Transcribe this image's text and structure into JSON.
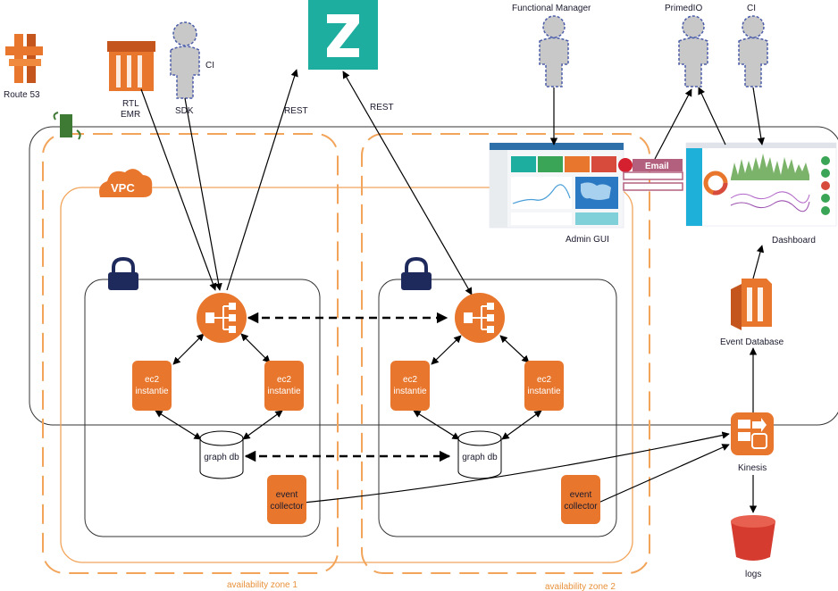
{
  "labels": {
    "route53": "Route 53",
    "rtl": "RTL",
    "emr": "EMR",
    "sdk": "SDK",
    "ci_left": "CI",
    "rest_left": "REST",
    "rest_right": "REST",
    "functional_manager": "Functional Manager",
    "primedio": "PrimedIO",
    "ci_right": "CI",
    "admin_gui": "Admin GUI",
    "dashboard": "Dashboard",
    "email": "Email",
    "vpc": "VPC",
    "event_database": "Event Database",
    "kinesis": "Kinesis",
    "logs": "logs",
    "az1": "availability zone 1",
    "az2": "availability zone 2"
  },
  "zone1": {
    "ec2_left": [
      "ec2",
      "instantie"
    ],
    "ec2_right": [
      "ec2",
      "instantie"
    ],
    "graph_db": "graph db",
    "event_collector": [
      "event",
      "collector"
    ]
  },
  "zone2": {
    "ec2_left": [
      "ec2",
      "instantie"
    ],
    "ec2_right": [
      "ec2",
      "instantie"
    ],
    "graph_db": "graph db",
    "event_collector": [
      "event",
      "collector"
    ]
  },
  "colors": {
    "aws_orange": "#e8762c",
    "zone_orange": "#f2a45a",
    "teal": "#1eaea0",
    "lock_navy": "#1f2a5c",
    "user_gray": "#c8c8c8",
    "email_pink": "#b3607e",
    "s3_red": "#d63b2f"
  },
  "icons": [
    "route53-icon",
    "emr-icon",
    "user-icon",
    "z-logo-icon",
    "load-balancer-icon",
    "lock-icon",
    "kinesis-icon",
    "event-database-icon",
    "s3-bucket-icon",
    "email-icon"
  ]
}
